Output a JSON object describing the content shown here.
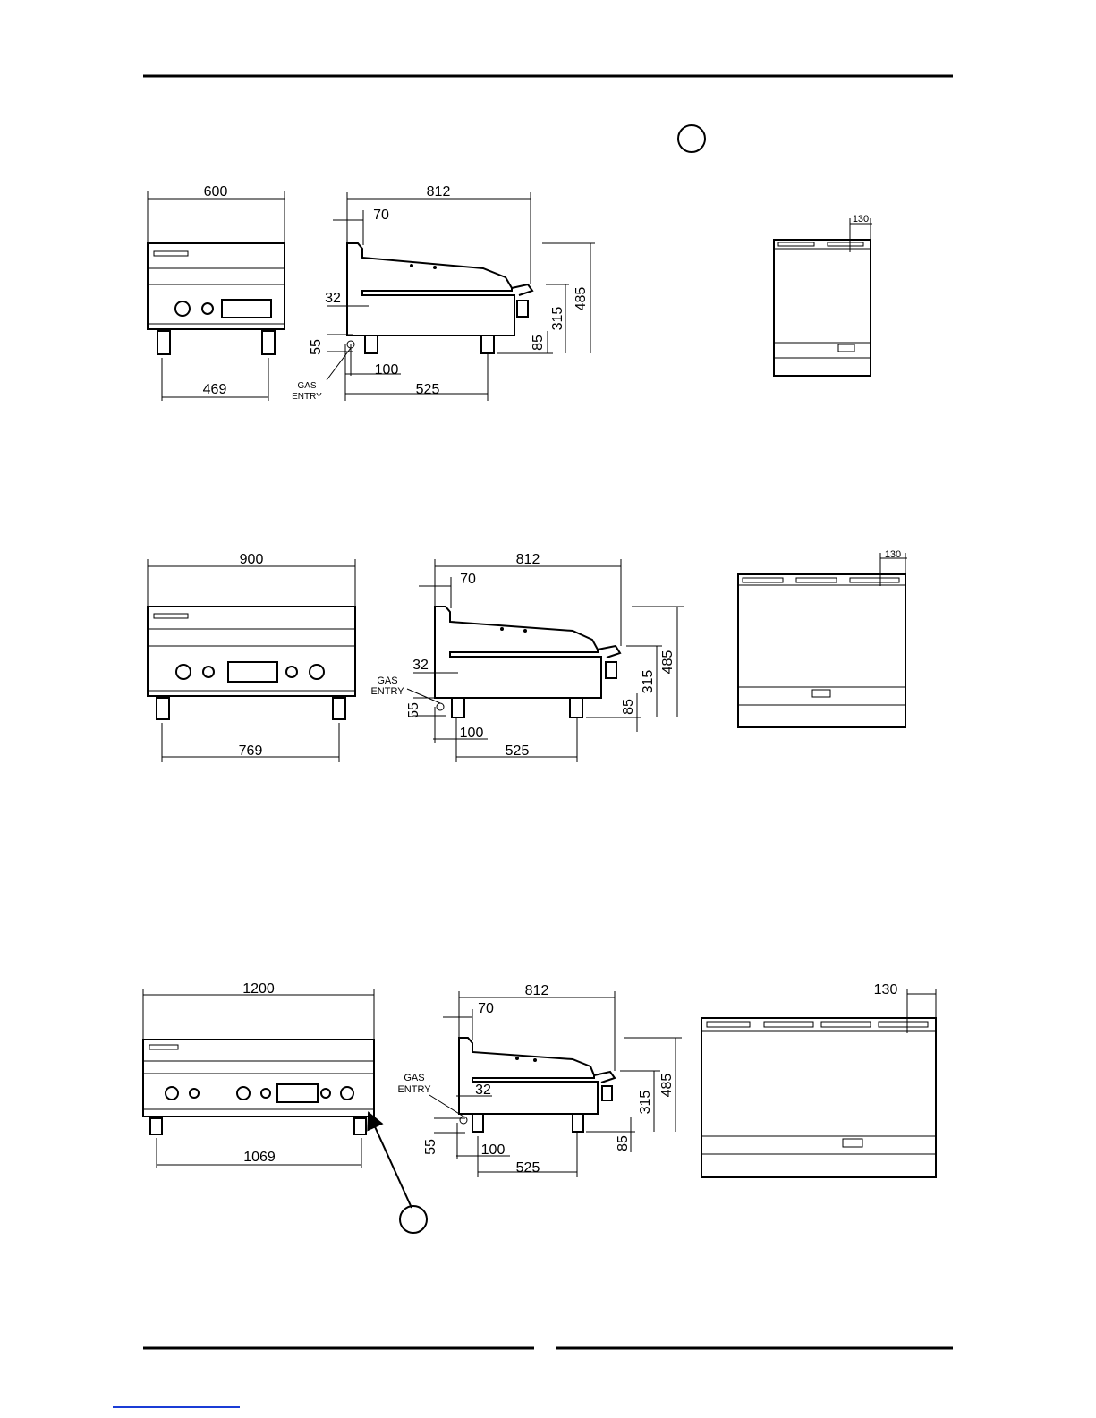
{
  "labels": {
    "gas_entry": [
      "GAS",
      "ENTRY"
    ]
  },
  "unit1": {
    "width": "600",
    "depth": "812",
    "splash": "70",
    "height": "485",
    "top_h": "315",
    "leg_h": "85",
    "knob_off": "32",
    "gas_h": "55",
    "gas_off": "100",
    "leg_span_side": "525",
    "leg_span_front": "469",
    "top_off": "130"
  },
  "unit2": {
    "width": "900",
    "depth": "812",
    "splash": "70",
    "height": "485",
    "top_h": "315",
    "leg_h": "85",
    "knob_off": "32",
    "gas_h": "55",
    "gas_off": "100",
    "leg_span_side": "525",
    "leg_span_front": "769",
    "top_off": "130"
  },
  "unit3": {
    "width": "1200",
    "depth": "812",
    "splash": "70",
    "height": "485",
    "top_h": "315",
    "leg_h": "85",
    "knob_off": "32",
    "gas_h": "55",
    "gas_off": "100",
    "leg_span_side": "525",
    "leg_span_front": "1069",
    "top_off": "130"
  },
  "colors": {
    "ink": "#000000",
    "link": "#1a3cd6"
  }
}
